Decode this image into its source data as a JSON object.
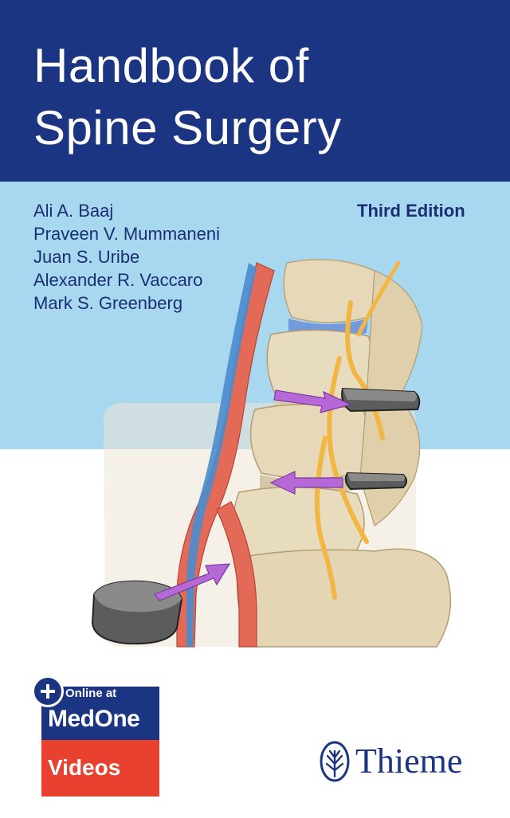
{
  "book": {
    "title_line1": "Handbook of",
    "title_line2": "Spine Surgery",
    "edition": "Third Edition",
    "authors": [
      "Ali A. Baaj",
      "Praveen V. Mummaneni",
      "Juan S. Uribe",
      "Alexander R. Vaccaro",
      "Mark S. Greenberg"
    ]
  },
  "badge": {
    "line1": "Online at",
    "line2": "MedOne",
    "line3": "Videos",
    "plus_icon": "plus-icon"
  },
  "publisher": {
    "name": "Thieme",
    "logo_icon": "tree-icon"
  },
  "colors": {
    "title_band": "#1c3583",
    "author_band": "#a8d8ef",
    "badge_blue": "#1c3583",
    "badge_red": "#e8412f",
    "author_text": "#1a2e73"
  }
}
